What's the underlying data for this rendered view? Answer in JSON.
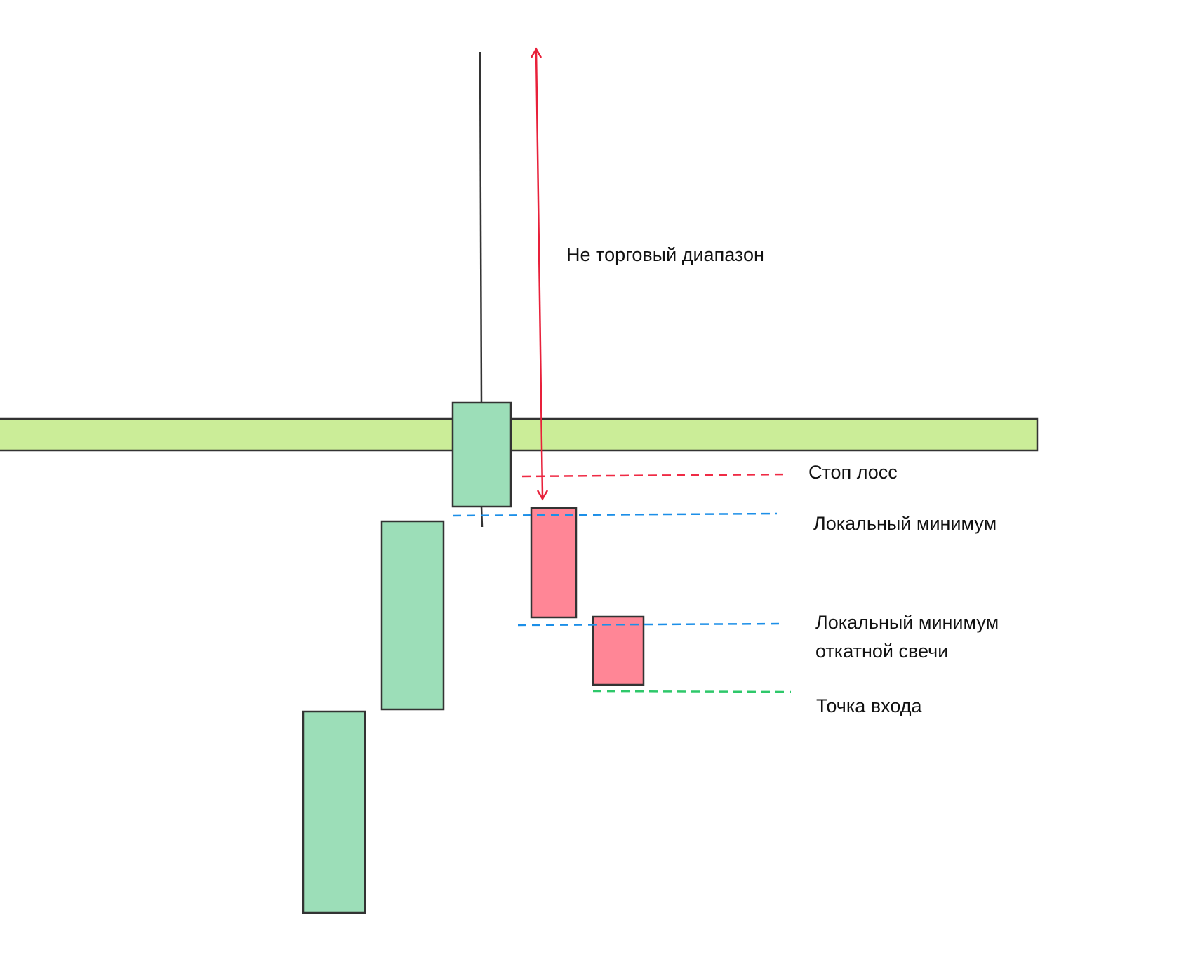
{
  "diagram": {
    "title": "Схема входа в сделку после ложного пробоя уровня",
    "colors": {
      "background": "#ffffff",
      "level_band": "#cbed98",
      "bull_candle": "#9cdeb8",
      "bear_candle": "#ff8696",
      "outline": "#333333",
      "range_arrow": "#e8203a",
      "stop_loss_line": "#ef2b45",
      "local_min_line": "#1c8fe8",
      "entry_line": "#2ec86a"
    },
    "labels": {
      "non_trading_range": "Не торговый диапазон",
      "stop_loss": "Стоп лосс",
      "local_minimum": "Локальный минимум",
      "pullback_local_minimum_line1": "Локальный минимум",
      "pullback_local_minimum_line2": "откатной свечи",
      "entry_point": "Точка входа"
    },
    "candles": [
      {
        "name": "bull-candle-1",
        "type": "bullish"
      },
      {
        "name": "bull-candle-2",
        "type": "bullish"
      },
      {
        "name": "breakout-candle",
        "type": "bullish",
        "has_upper_wick": true,
        "has_lower_wick": true
      },
      {
        "name": "bear-candle-1",
        "type": "bearish"
      },
      {
        "name": "bear-candle-2",
        "type": "bearish"
      }
    ]
  }
}
